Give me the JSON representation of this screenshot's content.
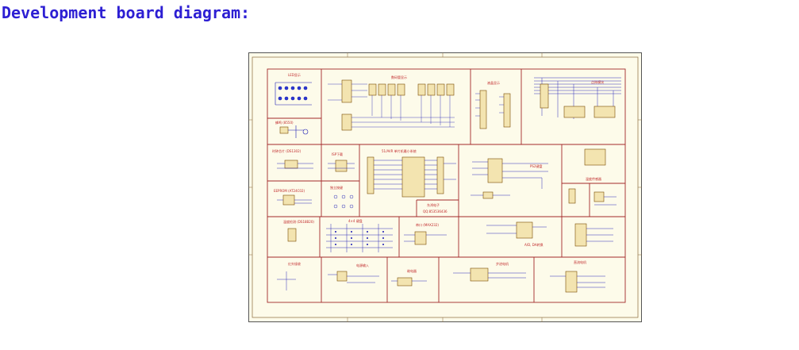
{
  "page": {
    "heading": "Development board diagram:"
  },
  "colors": {
    "heading": "#2d1fd3",
    "board_bg": "#fdfbea",
    "border": "#a4282a",
    "wire_blue": "#1a1ab4",
    "wire_red": "#c0282a",
    "component": "#7a4a00",
    "led": "#2a3ad0"
  },
  "diagram": {
    "blocks": [
      {
        "id": "led",
        "label": "LED显示"
      },
      {
        "id": "buzzer",
        "label": "蜂鸣 (8550)"
      },
      {
        "id": "seg",
        "label": "数码管显示"
      },
      {
        "id": "lcd",
        "label": "液晶显示"
      },
      {
        "id": "matrix",
        "label": "点阵模块"
      },
      {
        "id": "clock",
        "label": "时钟芯片 (DS1302)"
      },
      {
        "id": "isp",
        "label": "ISP下载"
      },
      {
        "id": "mcu",
        "label": "51/AVR 单片机最小系统"
      },
      {
        "id": "ps2",
        "label": "PS2键盘"
      },
      {
        "id": "ds18",
        "label": "温度传感器"
      },
      {
        "id": "eeprom",
        "label": "EEPROM (AT24C02)"
      },
      {
        "id": "indkey",
        "label": "独立按键"
      },
      {
        "id": "brand",
        "label": "东鸿电子"
      },
      {
        "id": "qq",
        "label": "QQ:853536436"
      },
      {
        "id": "temp",
        "label": "温度检测 (DS18B20)"
      },
      {
        "id": "kb44",
        "label": "4×4 键盘"
      },
      {
        "id": "uart",
        "label": "串口 (MAX232)"
      },
      {
        "id": "adda",
        "label": "A/D, DA转换"
      },
      {
        "id": "ir",
        "label": "红外接收"
      },
      {
        "id": "power",
        "label": "电源输入"
      },
      {
        "id": "relay",
        "label": "继电器"
      },
      {
        "id": "stepper",
        "label": "步进电机"
      },
      {
        "id": "dc",
        "label": "直流电机"
      }
    ]
  }
}
